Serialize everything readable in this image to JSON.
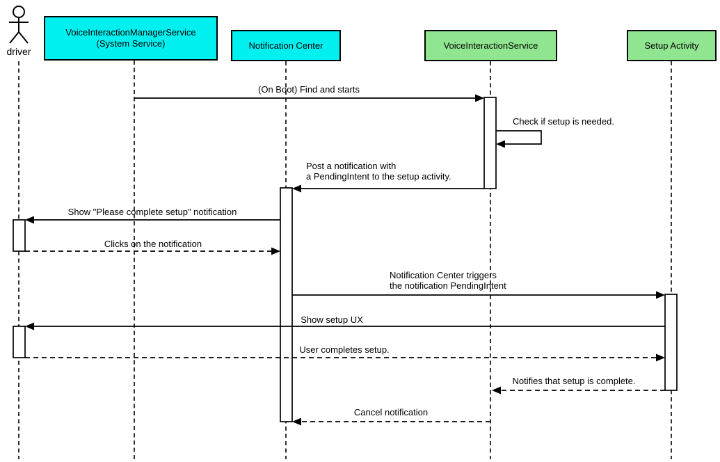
{
  "diagram_type": "uml-sequence",
  "colors": {
    "participant_cyan": "#00F0F0",
    "participant_green": "#90E690",
    "line": "#000000",
    "activation_fill": "#FFFFFF",
    "background": "#FFFFFF"
  },
  "participants": [
    {
      "type": "actor",
      "label": "driver"
    },
    {
      "type": "object",
      "lines": [
        "VoiceInteractionManagerService",
        "(System Service)"
      ],
      "fill": "#00F0F0"
    },
    {
      "type": "object",
      "lines": [
        "Notification Center"
      ],
      "fill": "#00F0F0"
    },
    {
      "type": "object",
      "lines": [
        "VoiceInteractionService"
      ],
      "fill": "#90E690"
    },
    {
      "type": "object",
      "lines": [
        "Setup Activity"
      ],
      "fill": "#90E690"
    }
  ],
  "messages": [
    {
      "from": "VoiceInteractionManagerService (System Service)",
      "to": "VoiceInteractionService",
      "style": "solid",
      "lines": [
        "(On Boot) Find and starts"
      ]
    },
    {
      "from": "VoiceInteractionService",
      "to": "VoiceInteractionService",
      "style": "solid",
      "self_message": true,
      "lines": [
        "Check if setup is needed."
      ]
    },
    {
      "from": "VoiceInteractionService",
      "to": "Notification Center",
      "style": "solid",
      "lines": [
        "Post a notification with",
        "a PendingIntent to the setup activity."
      ]
    },
    {
      "from": "Notification Center",
      "to": "driver",
      "style": "solid",
      "lines": [
        "Show \"Please complete setup\" notification"
      ]
    },
    {
      "from": "driver",
      "to": "Notification Center",
      "style": "dashed",
      "lines": [
        "Clicks on the notification"
      ]
    },
    {
      "from": "Notification Center",
      "to": "Setup Activity",
      "style": "solid",
      "lines": [
        "Notification Center triggers",
        "the notification PendingIntent"
      ]
    },
    {
      "from": "Setup Activity",
      "to": "driver",
      "style": "solid",
      "lines": [
        "Show setup UX"
      ]
    },
    {
      "from": "driver",
      "to": "Setup Activity",
      "style": "dashed",
      "lines": [
        "User completes setup."
      ]
    },
    {
      "from": "Setup Activity",
      "to": "VoiceInteractionService",
      "style": "dashed",
      "lines": [
        "Notifies that setup is complete."
      ]
    },
    {
      "from": "VoiceInteractionService",
      "to": "Notification Center",
      "style": "dashed",
      "lines": [
        "Cancel notification"
      ]
    }
  ]
}
